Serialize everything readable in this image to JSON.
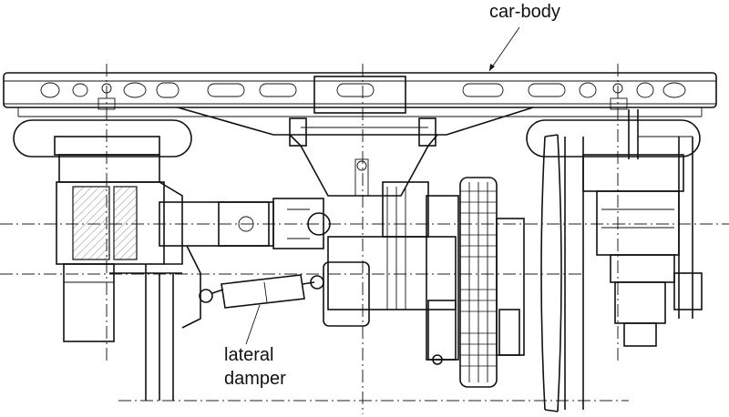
{
  "labels": {
    "car_body": "car-body",
    "lateral_damper_line1": "lateral",
    "lateral_damper_line2": "damper"
  },
  "colors": {
    "line": "#111111",
    "background": "#ffffff"
  }
}
